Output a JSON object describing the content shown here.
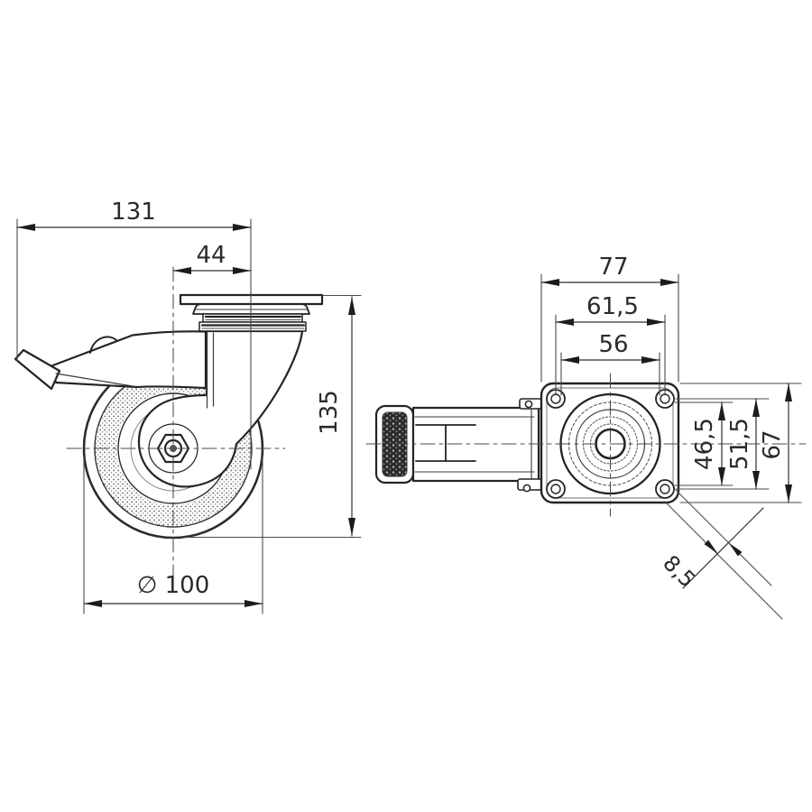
{
  "meta": {
    "type": "technical-dimension-drawing",
    "subject": "swivel caster wheel with brake, plate fitting",
    "background_color": "#ffffff",
    "line_color": "#2b2b2b",
    "units_style": "millimetres, comma decimal separator"
  },
  "side_view": {
    "dimensions": {
      "overall_length": "131",
      "swivel_offset": "44",
      "overall_height": "135",
      "wheel_diameter": "∅ 100"
    }
  },
  "top_view": {
    "dimensions": {
      "plate_length": "77",
      "bolt_pitch_long_max": "61,5",
      "bolt_pitch_long_min": "56",
      "bolt_pitch_short_min": "46,5",
      "bolt_pitch_short_max": "51,5",
      "plate_width": "67",
      "bolt_hole_diameter": "8,5"
    }
  }
}
